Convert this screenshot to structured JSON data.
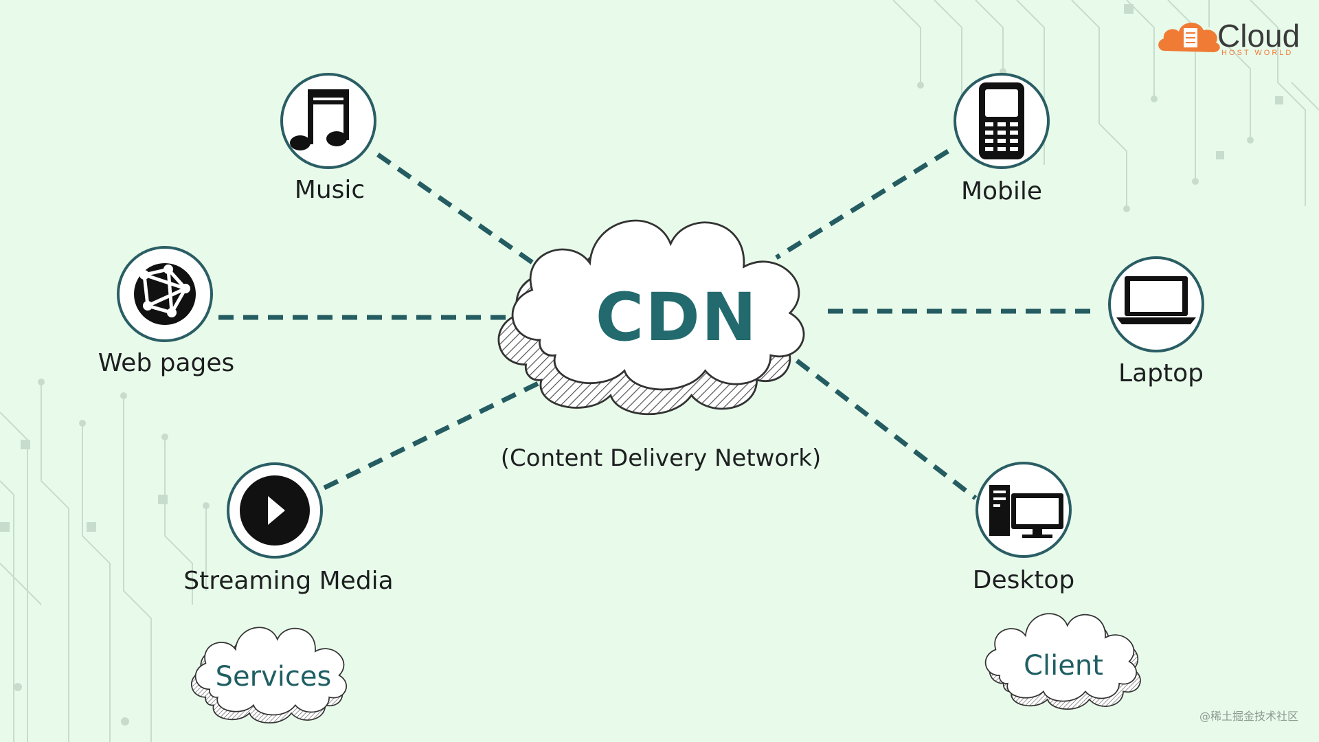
{
  "brand": {
    "name": "Cloud",
    "tagline": "HOST WORLD",
    "logo_icon": "cloud-building-icon",
    "accent_color": "#f07b35"
  },
  "center": {
    "title": "CDN",
    "subtitle": "(Content Delivery Network)",
    "icon": "cloud-icon",
    "title_color": "#226a6d"
  },
  "nodes": {
    "music": {
      "label": "Music",
      "icon": "music-note-icon"
    },
    "web_pages": {
      "label": "Web pages",
      "icon": "globe-network-icon"
    },
    "streaming_media": {
      "label": "Streaming Media",
      "icon": "play-button-icon"
    },
    "mobile": {
      "label": "Mobile",
      "icon": "mobile-phone-icon"
    },
    "laptop": {
      "label": "Laptop",
      "icon": "laptop-icon"
    },
    "desktop": {
      "label": "Desktop",
      "icon": "desktop-computer-icon"
    }
  },
  "groups": {
    "services": {
      "label": "Services",
      "icon": "cloud-icon"
    },
    "client": {
      "label": "Client",
      "icon": "cloud-icon"
    }
  },
  "watermark": "@稀土掘金技术社区",
  "colors": {
    "background": "#e8fbea",
    "line": "#245c62",
    "ring": "#2a5e64"
  }
}
